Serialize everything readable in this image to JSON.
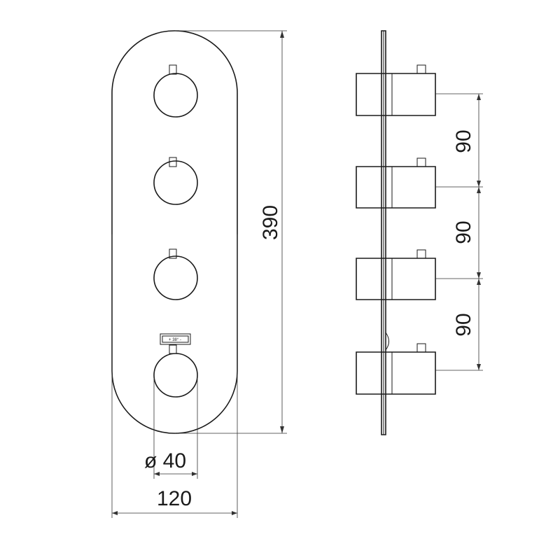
{
  "dimensions": {
    "height": "390",
    "width": "120",
    "knob_diameter": "ø 40",
    "spacing": [
      "90",
      "90",
      "90"
    ]
  },
  "thermostat_label": "+ 38° -",
  "colors": {
    "line": "#1a1a1a",
    "background": "#ffffff"
  }
}
